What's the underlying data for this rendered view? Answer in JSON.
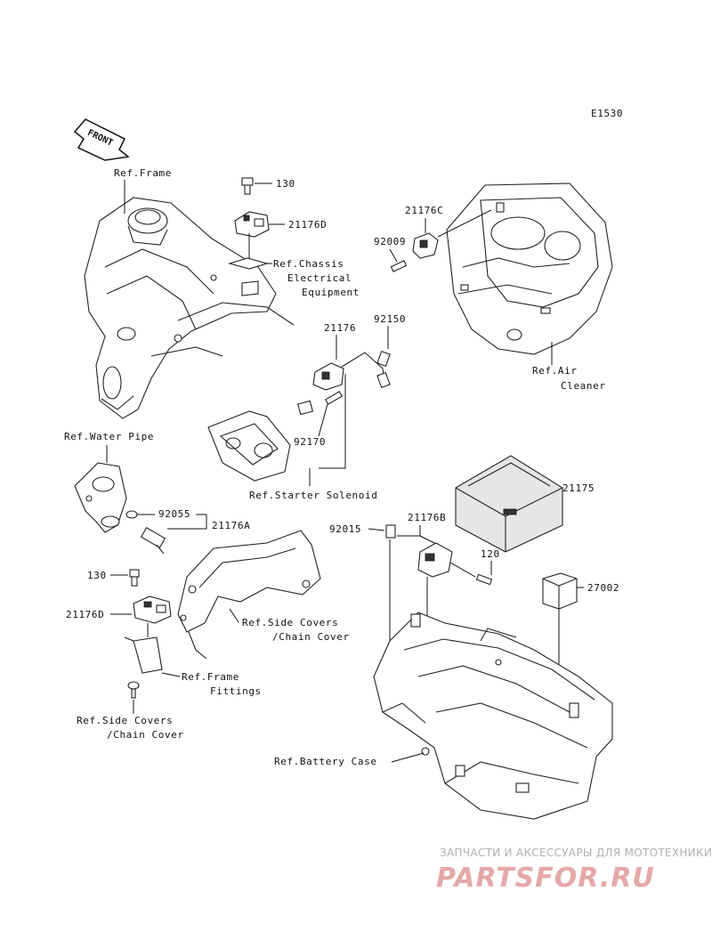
{
  "diagram_code": "E1530",
  "front_arrow": "FRONT",
  "labels": {
    "ref_frame": "Ref.Frame",
    "p130_top": "130",
    "p21176d_top": "21176D",
    "ref_chassis_1": "Ref.Chassis",
    "ref_chassis_2": "Electrical",
    "ref_chassis_3": "Equipment",
    "p21176c": "21176C",
    "p92009": "92009",
    "p21176": "21176",
    "p92150": "92150",
    "ref_air_1": "Ref.Air",
    "ref_air_2": "Cleaner",
    "ref_water_pipe": "Ref.Water Pipe",
    "p92170": "92170",
    "ref_starter": "Ref.Starter Solenoid",
    "p21175": "21175",
    "p92055": "92055",
    "p21176a": "21176A",
    "p92015": "92015",
    "p21176b": "21176B",
    "p120": "120",
    "p27002": "27002",
    "p130_left": "130",
    "p21176d_left": "21176D",
    "ref_side_covers_1": "Ref.Side Covers",
    "ref_side_covers_2": "/Chain Cover",
    "ref_frame_fit_1": "Ref.Frame",
    "ref_frame_fit_2": "Fittings",
    "ref_side_covers_b1": "Ref.Side Covers",
    "ref_side_covers_b2": "/Chain Cover",
    "ref_battery": "Ref.Battery Case"
  },
  "watermark": {
    "line1": "ЗАПЧАСТИ И АКСЕССУАРЫ ДЛЯ МОТОТЕХНИКИ",
    "line2": "PARTSFOR.RU"
  }
}
